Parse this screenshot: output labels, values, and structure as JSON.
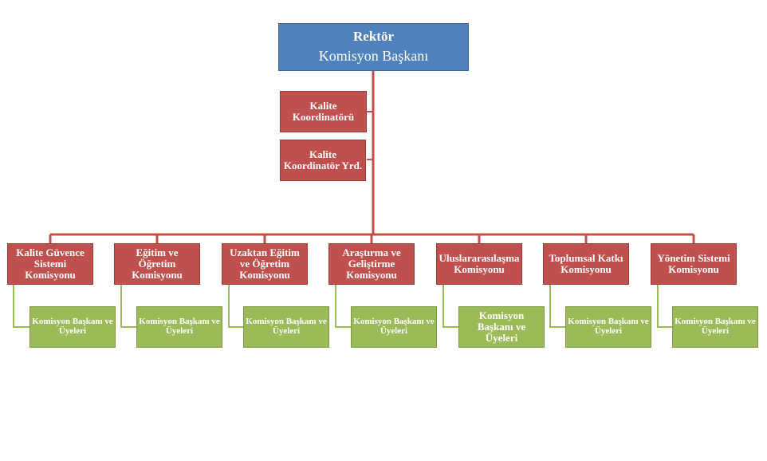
{
  "root": {
    "title": "Rektör",
    "subtitle": "Komisyon Başkanı"
  },
  "coordinators": [
    {
      "label": "Kalite Koordinatörü"
    },
    {
      "label": "Kalite Koordinatör Yrd."
    }
  ],
  "committees": [
    {
      "label": "Kalite Güvence Sistemi Komisyonu",
      "member": "Komisyon Başkanı ve Üyeleri"
    },
    {
      "label": "Eğitim ve Öğretim Komisyonu",
      "member": "Komisyon Başkanı ve Üyeleri"
    },
    {
      "label": "Uzaktan Eğitim ve Öğretim Komisyonu",
      "member": "Komisyon Başkanı ve Üyeleri"
    },
    {
      "label": "Araştırma ve Geliştirme Komisyonu",
      "member": "Komisyon Başkanı ve Üyeleri"
    },
    {
      "label": "Uluslararasılaşma Komisyonu",
      "member": "Komisyon Başkanı ve Üyeleri"
    },
    {
      "label": "Toplumsal Katkı Komisyonu",
      "member": "Komisyon Başkanı ve Üyeleri"
    },
    {
      "label": "Yönetim Sistemi Komisyonu",
      "member": "Komisyon Başkanı ve Üyeleri"
    }
  ],
  "colors": {
    "root": "#4f81bd",
    "committee": "#c0504d",
    "member": "#9bbb59",
    "connector": "#c0504d",
    "member_connector": "#9bbb59"
  }
}
